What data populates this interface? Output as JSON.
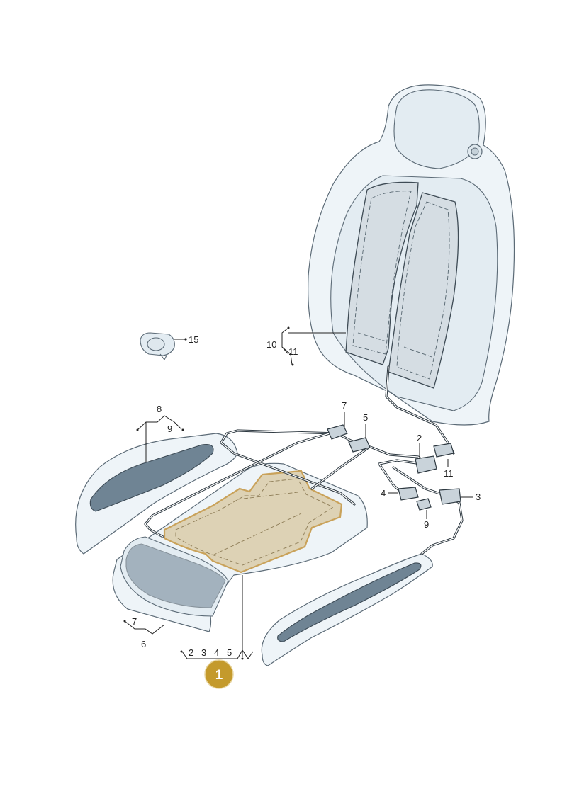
{
  "callouts": {
    "part_15": "15",
    "part_10": "10",
    "part_11_top": "11",
    "part_8": "8",
    "part_9_left": "9",
    "part_7_top": "7",
    "part_5_top": "5",
    "part_2_right": "2",
    "part_11_right": "11",
    "part_4_right": "4",
    "part_3_right": "3",
    "part_9_right": "9",
    "part_7_bottom": "7",
    "part_6": "6",
    "part_2_bottom": "2",
    "part_3_bottom": "3",
    "part_4_bottom": "4",
    "part_5_bottom": "5"
  },
  "highlight": {
    "number": "1",
    "badge_color": "#c49a2c",
    "part_color": "#c9a25a"
  }
}
